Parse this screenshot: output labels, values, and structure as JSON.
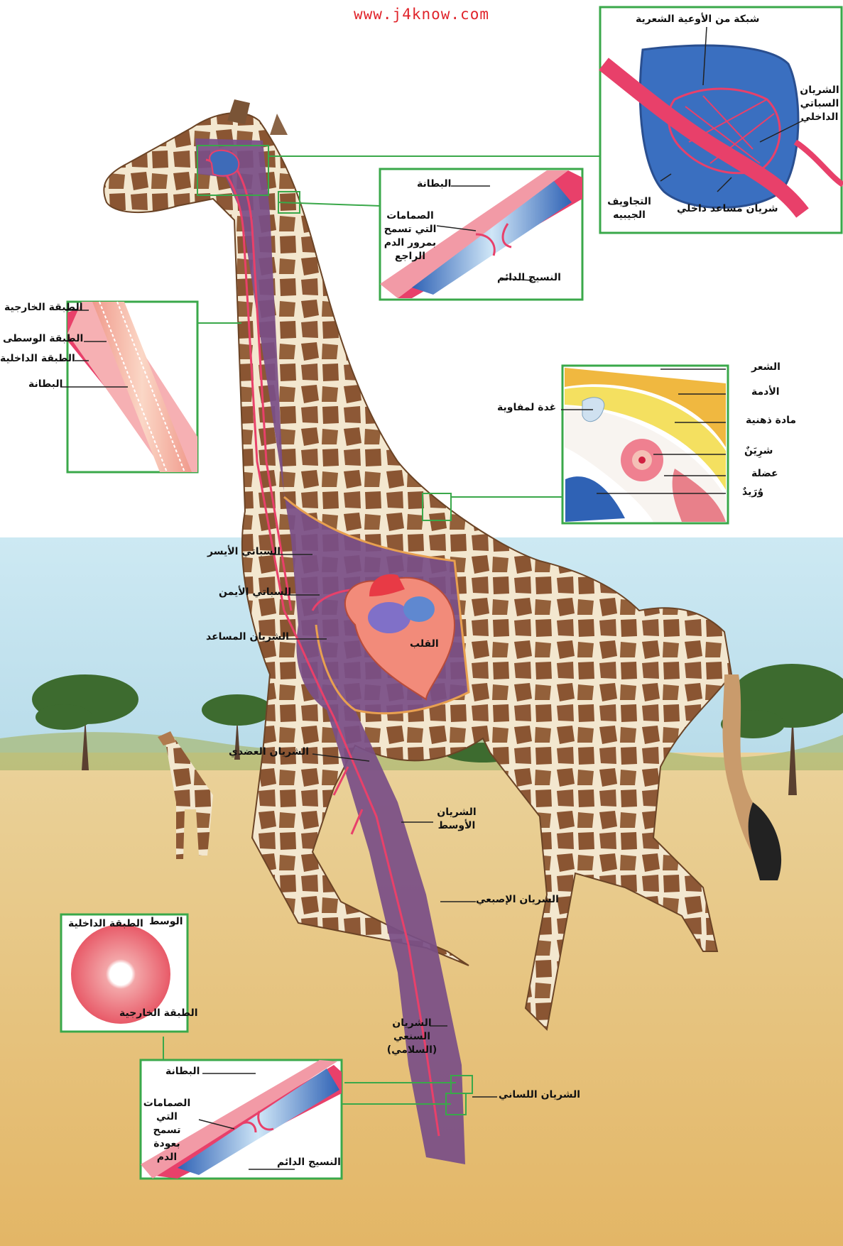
{
  "watermark": "www.j4know.com",
  "colors": {
    "panel_border": "#3aa84a",
    "artery": "#e8406a",
    "vein": "#3a6fc0",
    "body_section": "#7a4f86",
    "sky": "#bde1ef",
    "ground": "#e9c27a"
  },
  "labels": {
    "head_capillary_network": "شبكة من الأوعية الشعرية",
    "internal_carotid_artery": "الشريان السباتي الداخلي",
    "sinus_cavities": "التجاويف الجيبيه",
    "internal_ascending_artery": "شريان مساعد داخلي",
    "neck_vein_lining": "البطانة",
    "neck_valves": "الصمامات التي تسمح بمرور الدم الراجع",
    "neck_connective_tissue": "النسيج الدائم",
    "artery_outer_layer": "الطبقة الخارجية",
    "artery_middle_layer": "الطبقة الوسطى",
    "artery_inner_layer": "الطبقة الداخلية",
    "artery_lining": "البطانة",
    "skin_hair": "الشعر",
    "skin_dermis": "الأدمة",
    "skin_fat": "مادة ذهنية",
    "skin_lymph_gland": "غدة لمفاوية",
    "skin_artery": "شرِيَنٌ",
    "skin_muscle": "عضلة",
    "skin_vein": "وُرَيدٌ",
    "left_carotid": "السباتي الأيسر",
    "right_carotid": "السباتي الأيمن",
    "ascending_artery": "الشريان المساعد",
    "heart": "القلب",
    "brachial_artery": "الشريان العضدي",
    "median_artery": "الشريان الأوسط",
    "digital_artery": "الشريان الإصبعي",
    "cross_inner_layer": "الطبقة الداخلية",
    "cross_middle": "الوسط",
    "cross_outer_layer": "الطبقة الخارجية",
    "metacarpal_artery": "الشريان السنعي (السلامي)",
    "lingual_artery": "الشريان اللساني",
    "leg_vein_lining": "البطانة",
    "leg_valves": "الصمامات التي تسمح بعودة الدم",
    "leg_connective_tissue": "النسيج الدائم"
  }
}
